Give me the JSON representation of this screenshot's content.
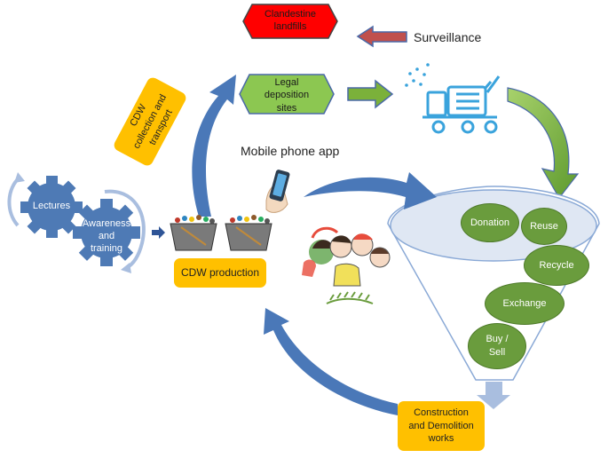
{
  "nodes": {
    "clandestine": "Clandestine landfills",
    "surveillance": "Surveillance",
    "legal_line1": "Legal",
    "legal_line2": "deposition",
    "legal_line3": "sites",
    "collection": "CDW collection and transport",
    "mobile_app": "Mobile phone app",
    "lectures": "Lectures",
    "awareness_line1": "Awareness",
    "awareness_line2": "and",
    "awareness_line3": "training",
    "production": "CDW production",
    "construction_line1": "Construction",
    "construction_line2": "and Demolition",
    "construction_line3": "works"
  },
  "funnel": {
    "donation": "Donation",
    "reuse": "Reuse",
    "recycle": "Recycle",
    "exchange": "Exchange",
    "buy_line1": "Buy /",
    "buy_line2": "Sell"
  },
  "colors": {
    "red": "#ff0000",
    "green": "#70ad47",
    "dark_green": "#6a9c3d",
    "yellow": "#ffc000",
    "blue": "#4a78b8",
    "gear": "#4e7ab5"
  }
}
